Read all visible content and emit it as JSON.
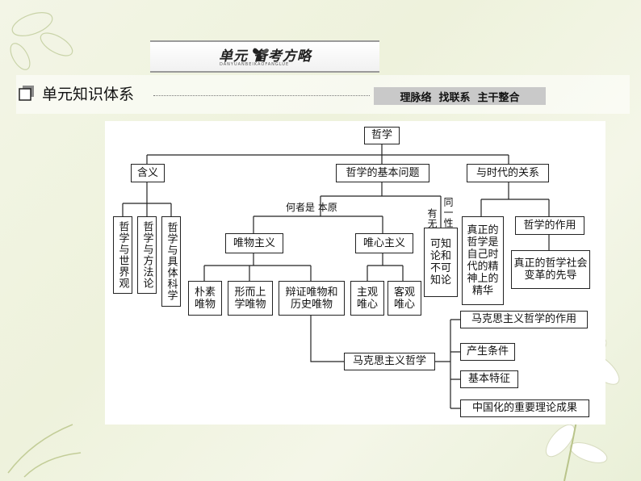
{
  "banner": {
    "title": "单元 备考方略",
    "subtitle": "DANYUANBEIKAOFANGLUE"
  },
  "section": {
    "title": "单元知识体系",
    "tags": "理脉络  找联系  主干整合"
  },
  "diagram": {
    "root": "哲学",
    "level1": [
      "含义",
      "哲学的基本问题",
      "与时代的关系"
    ],
    "meaning_items": [
      "哲学与世界观",
      "哲学与方法论",
      "哲学与具体科学"
    ],
    "basic_question_label_origin": "何者是 本原",
    "basic_question_label_identity": "同一性",
    "basic_question_label_exist": "有无",
    "materialism": "唯物主义",
    "idealism": "唯心主义",
    "agnosticism": "可知论和不可知论",
    "materialism_forms": [
      "朴素唯物",
      "形而上学唯物",
      "辩证唯物和历史唯物"
    ],
    "idealism_forms": [
      "主观唯心",
      "客观唯心"
    ],
    "era_items": [
      "真正的哲学是自己时代的精神上的精华",
      "哲学的作用"
    ],
    "role_item": "真正的哲学社会变革的先导",
    "marxism": "马克思主义哲学",
    "marxism_items": [
      "马克思主义哲学的作用",
      "产生条件",
      "基本特征",
      "中国化的重要理论成果"
    ]
  }
}
